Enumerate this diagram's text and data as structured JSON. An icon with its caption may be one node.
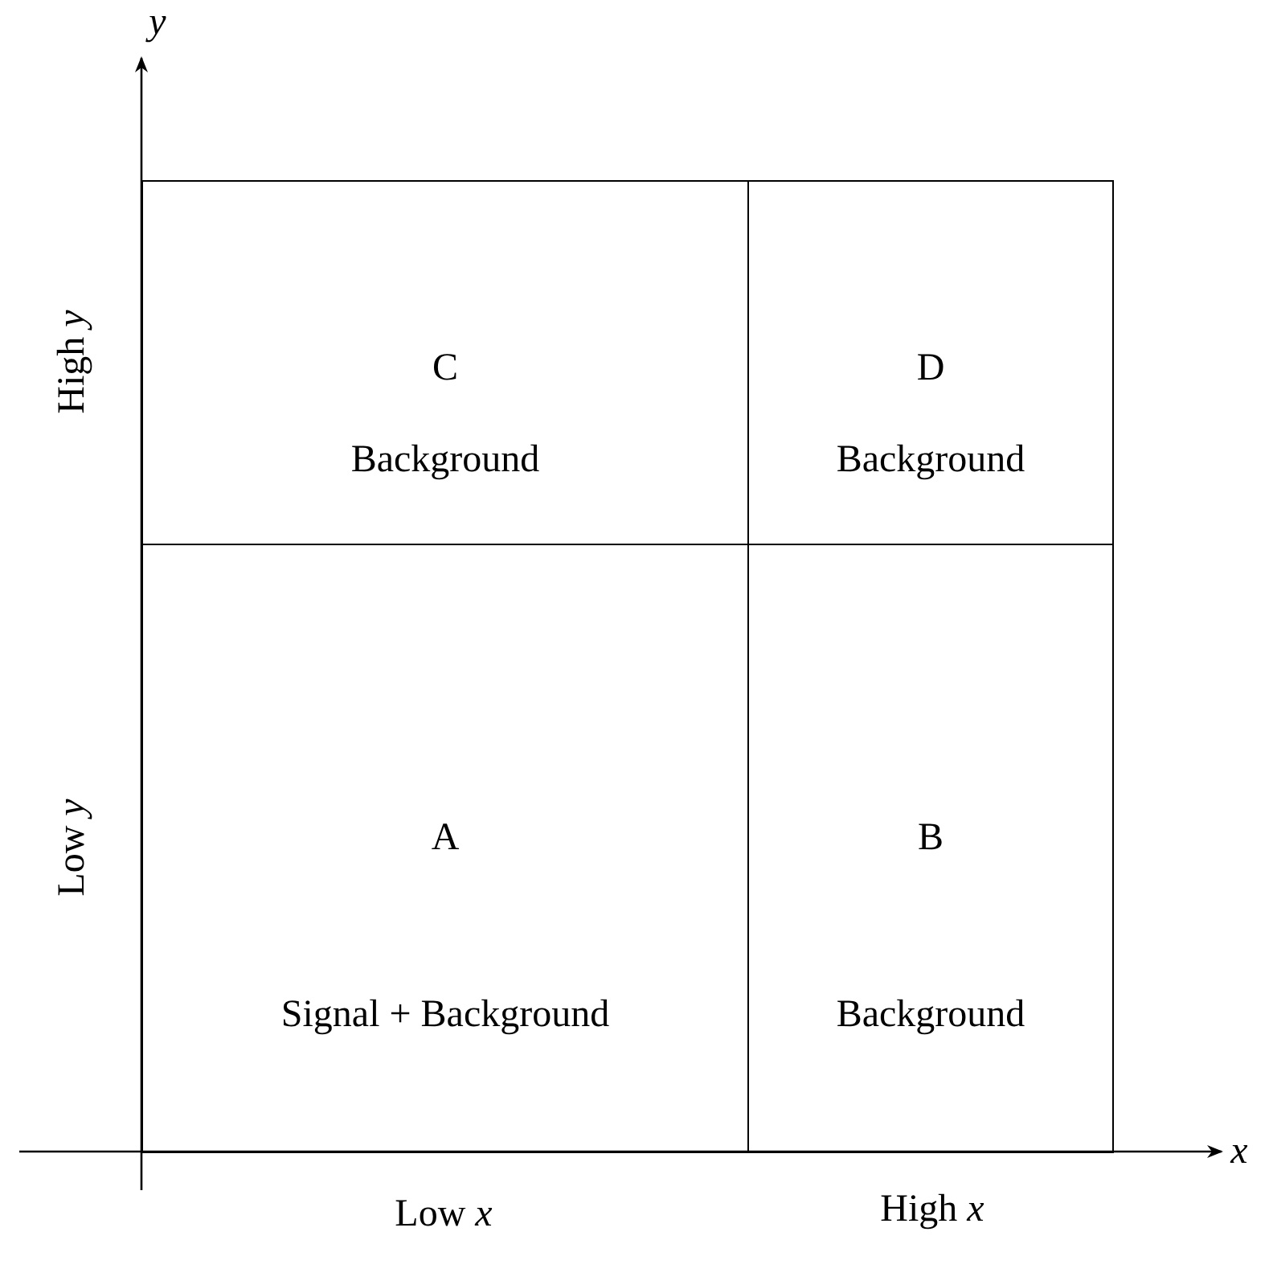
{
  "diagram": {
    "nodes": [
      {
        "text": [
          "C",
          "Background"
        ]
      },
      {
        "text": [
          "D",
          "Background"
        ]
      },
      {
        "text": [
          "A",
          "Signal + Background"
        ]
      },
      {
        "text": [
          "B",
          "Background"
        ]
      }
    ],
    "labels": [
      "y",
      "x",
      "High *y*",
      "Low *y*",
      "Low *x*",
      "High *x*"
    ]
  }
}
